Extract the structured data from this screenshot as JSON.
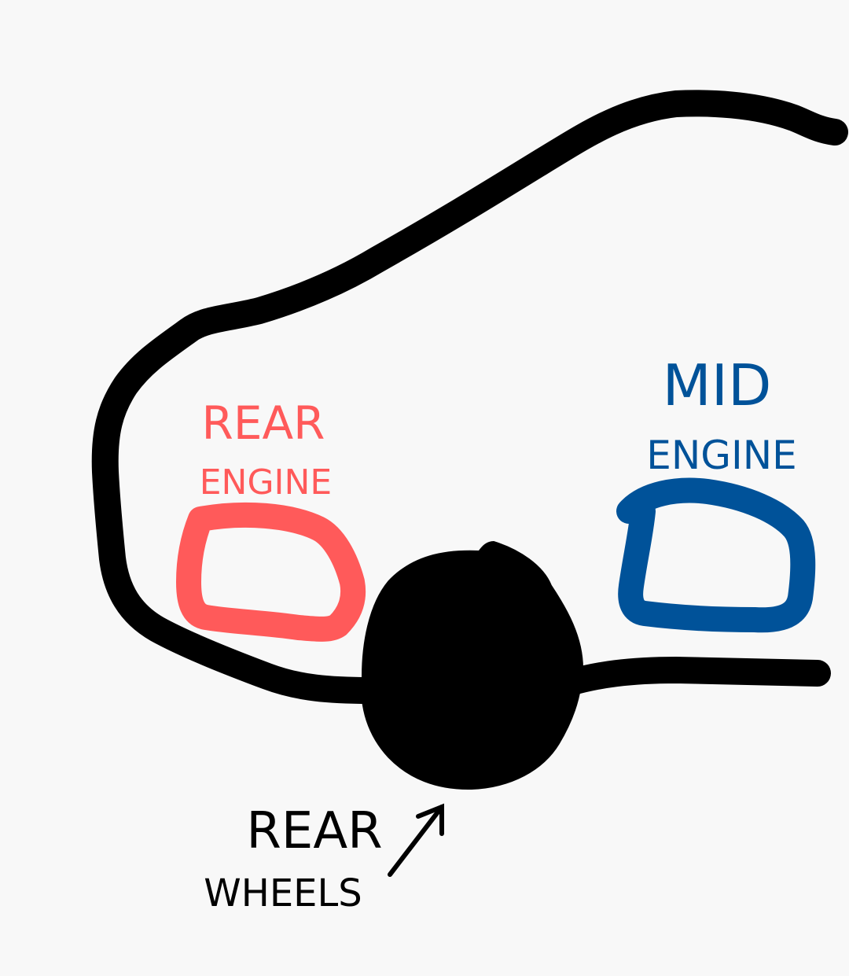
{
  "colors": {
    "background": "#f8f8f8",
    "ink": "#000000",
    "rear_engine": "#ff5a5a",
    "mid_engine": "#005299"
  },
  "labels": {
    "rear_engine_line1": "REAR",
    "rear_engine_line2": "ENGINE",
    "mid_engine_line1": "MID",
    "mid_engine_line2": "ENGINE",
    "rear_wheels_line1": "REAR",
    "rear_wheels_line2": "WHEELS"
  },
  "icons": {
    "wheel": "wheel-icon",
    "arrow": "arrow-up-right-icon"
  }
}
